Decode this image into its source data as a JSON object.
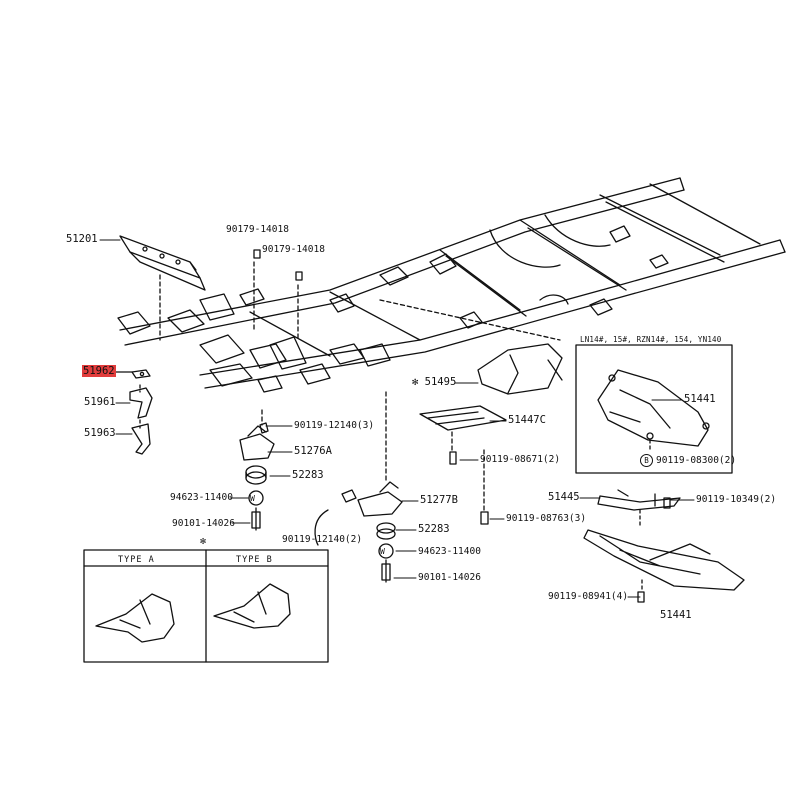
{
  "labels": {
    "p51201": "51201",
    "p90179_a": "90179-14018",
    "p90179_b": "90179-14018",
    "p51962": "51962",
    "p51961": "51961",
    "p51963": "51963",
    "p90119_12140_a": "90119-12140(3)",
    "p51276a": "51276A",
    "p52283_a": "52283",
    "p94623_a": "94623-11400",
    "p90101_a": "90101-14026",
    "p51495": "51495",
    "p51447c": "51447C",
    "p90119_08671": "90119-08671(2)",
    "p51277b": "51277B",
    "p90119_12140_b": "90119-12140(2)",
    "p52283_b": "52283",
    "p94623_b": "94623-11400",
    "p90101_b": "90101-14026",
    "p90119_08763": "90119-08763(3)",
    "p51441_a": "51441",
    "p90119_08300": "90119-08300(2)",
    "p51445": "51445",
    "p90119_10349": "90119-10349(2)",
    "p90119_08941": "90119-08941(4)",
    "p51441_b": "51441"
  },
  "symbols": {
    "star": "✻",
    "circle_b": "B",
    "washer_w": "W"
  },
  "inset": {
    "title": "LN14#, 15#, RZN14#, 154, YN140"
  },
  "type_box": {
    "type_a": "TYPE A",
    "type_b": "TYPE B"
  },
  "highlight_color": "#e23c3c"
}
